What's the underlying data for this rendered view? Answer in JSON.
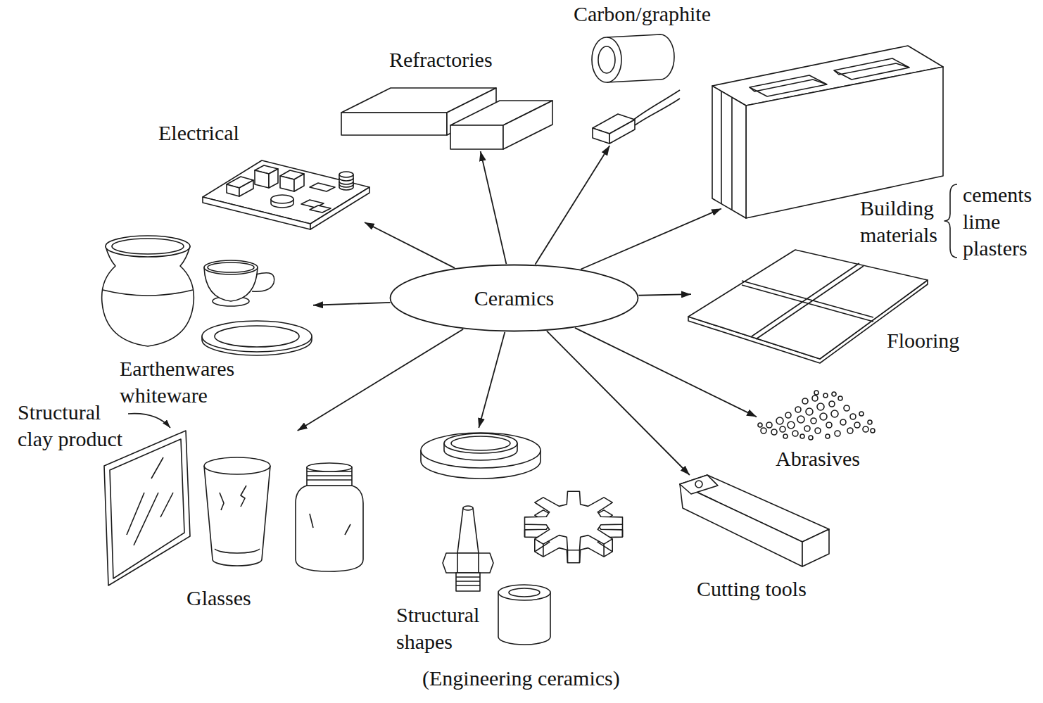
{
  "diagram": {
    "nodes": [
      {
        "text": [
          "Ceramics"
        ]
      },
      {
        "text": [
          "Electrical"
        ]
      },
      {
        "text": [
          "Refractories"
        ]
      },
      {
        "text": [
          "Carbon/graphite"
        ]
      },
      {
        "text": [
          "Building materials",
          "cements",
          "lime",
          "plasters"
        ]
      },
      {
        "text": [
          "Earthenwares whiteware"
        ]
      },
      {
        "text": [
          "Flooring"
        ]
      },
      {
        "text": [
          "Abrasives"
        ]
      },
      {
        "text": [
          "Glasses"
        ]
      },
      {
        "text": [
          "Structural shapes",
          "(Engineering ceramics)"
        ]
      },
      {
        "text": [
          "Cutting tools"
        ]
      }
    ],
    "edges": [
      {
        "from": 0,
        "to": 1,
        "arrow": "to"
      },
      {
        "from": 0,
        "to": 2,
        "arrow": "to"
      },
      {
        "from": 0,
        "to": 3,
        "arrow": "to"
      },
      {
        "from": 0,
        "to": 4,
        "arrow": "to"
      },
      {
        "from": 0,
        "to": 5,
        "arrow": "to"
      },
      {
        "from": 0,
        "to": 6,
        "arrow": "to"
      },
      {
        "from": 0,
        "to": 7,
        "arrow": "to"
      },
      {
        "from": 0,
        "to": 8,
        "arrow": "to"
      },
      {
        "from": 0,
        "to": 9,
        "arrow": "to"
      },
      {
        "from": 0,
        "to": 10,
        "arrow": "to"
      }
    ],
    "labels": [
      "Structural clay product"
    ]
  }
}
